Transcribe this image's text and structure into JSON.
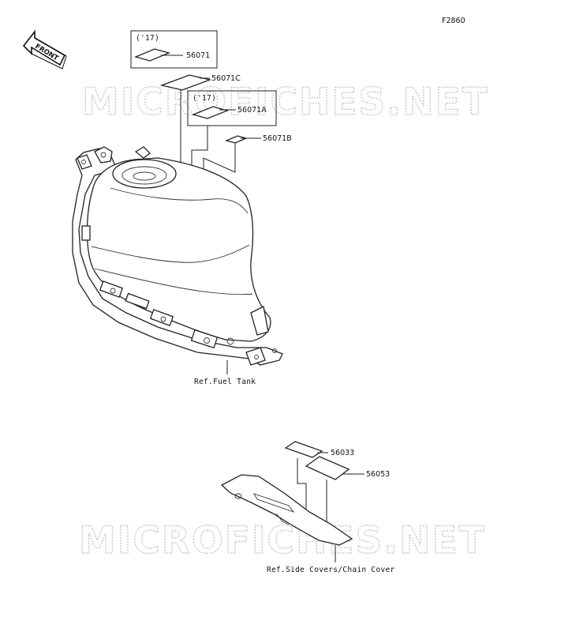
{
  "figure_code": "F2860",
  "direction": {
    "label": "FRONT",
    "icon": "front-arrow-icon"
  },
  "watermark": "MICROFICHES.NET",
  "callouts": {
    "p56071_variant": "('17)",
    "p56071": "56071",
    "p56071C": "56071C",
    "p56071A_variant": "('17)",
    "p56071A": "56071A",
    "p56071B": "56071B",
    "p56033": "56033",
    "p56053": "56053"
  },
  "references": {
    "fuel_tank": "Ref.Fuel Tank",
    "side_covers": "Ref.Side Covers/Chain Cover"
  }
}
